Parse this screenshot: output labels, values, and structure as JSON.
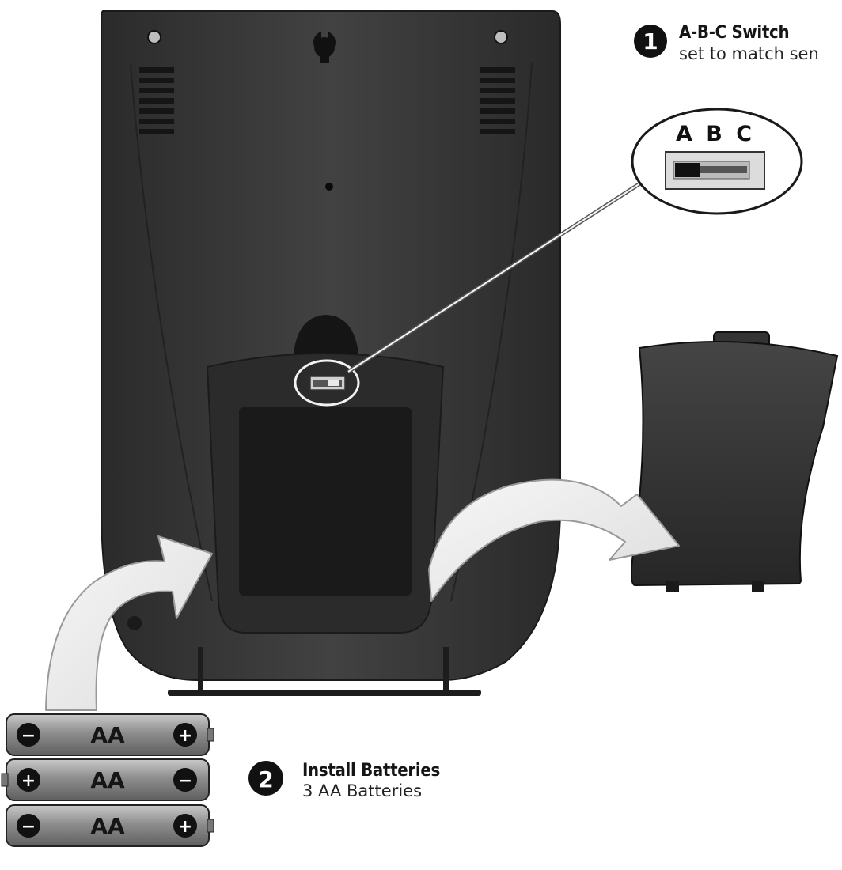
{
  "step1": {
    "number": "1",
    "title": "A-B-C Switch",
    "subtitle": "set to match sen"
  },
  "step2": {
    "number": "2",
    "title": "Install Batteries",
    "subtitle": "3 AA Batteries"
  },
  "switch_zoom": {
    "letters": [
      "A",
      "B",
      "C"
    ],
    "selected": "A"
  },
  "batteries": [
    {
      "label": "AA",
      "left_terminal": "−",
      "right_terminal": "+"
    },
    {
      "label": "AA",
      "left_terminal": "+",
      "right_terminal": "−"
    },
    {
      "label": "AA",
      "left_terminal": "−",
      "right_terminal": "+"
    }
  ],
  "colors": {
    "device_body": "#3a3a3a",
    "device_dark": "#262626",
    "compartment": "#1d1d1d",
    "arrow_fill": "#eeeeee",
    "battery_fill": "#9a9a9a",
    "text": "#151515"
  }
}
